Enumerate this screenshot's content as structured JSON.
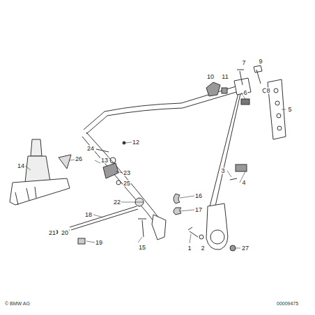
{
  "diagram": {
    "labels": [
      "1",
      "2",
      "3",
      "4",
      "5",
      "6",
      "7",
      "8",
      "9",
      "10",
      "11",
      "12",
      "13",
      "14",
      "15",
      "16",
      "17",
      "18",
      "19",
      "20",
      "21",
      "22",
      "23",
      "24",
      "25",
      "26",
      "27",
      "© BMW AG",
      "00009475"
    ]
  }
}
